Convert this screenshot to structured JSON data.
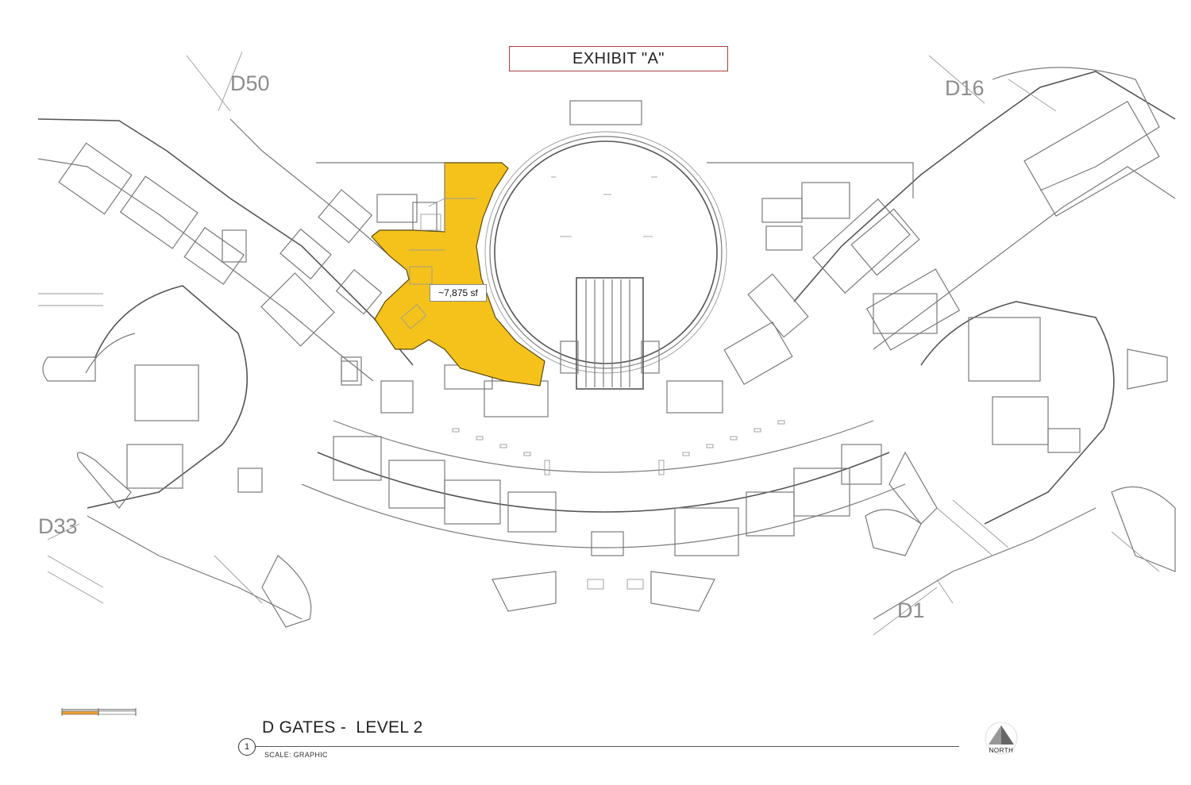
{
  "exhibit": {
    "title": "EXHIBIT \"A\""
  },
  "highlight": {
    "area_label": "~7,875 sf",
    "color": "#f5c21b"
  },
  "gates": {
    "top_left": "D50",
    "top_right": "D16",
    "bottom_left": "D33",
    "bottom_right": "D1"
  },
  "title_block": {
    "detail_number": "1",
    "title": "D GATES -  LEVEL 2",
    "scale": "SCALE:  GRAPHIC"
  },
  "north_arrow": {
    "label": "NORTH"
  },
  "colors": {
    "line": "#7a7a7a",
    "exhibit_border": "#b04040"
  }
}
